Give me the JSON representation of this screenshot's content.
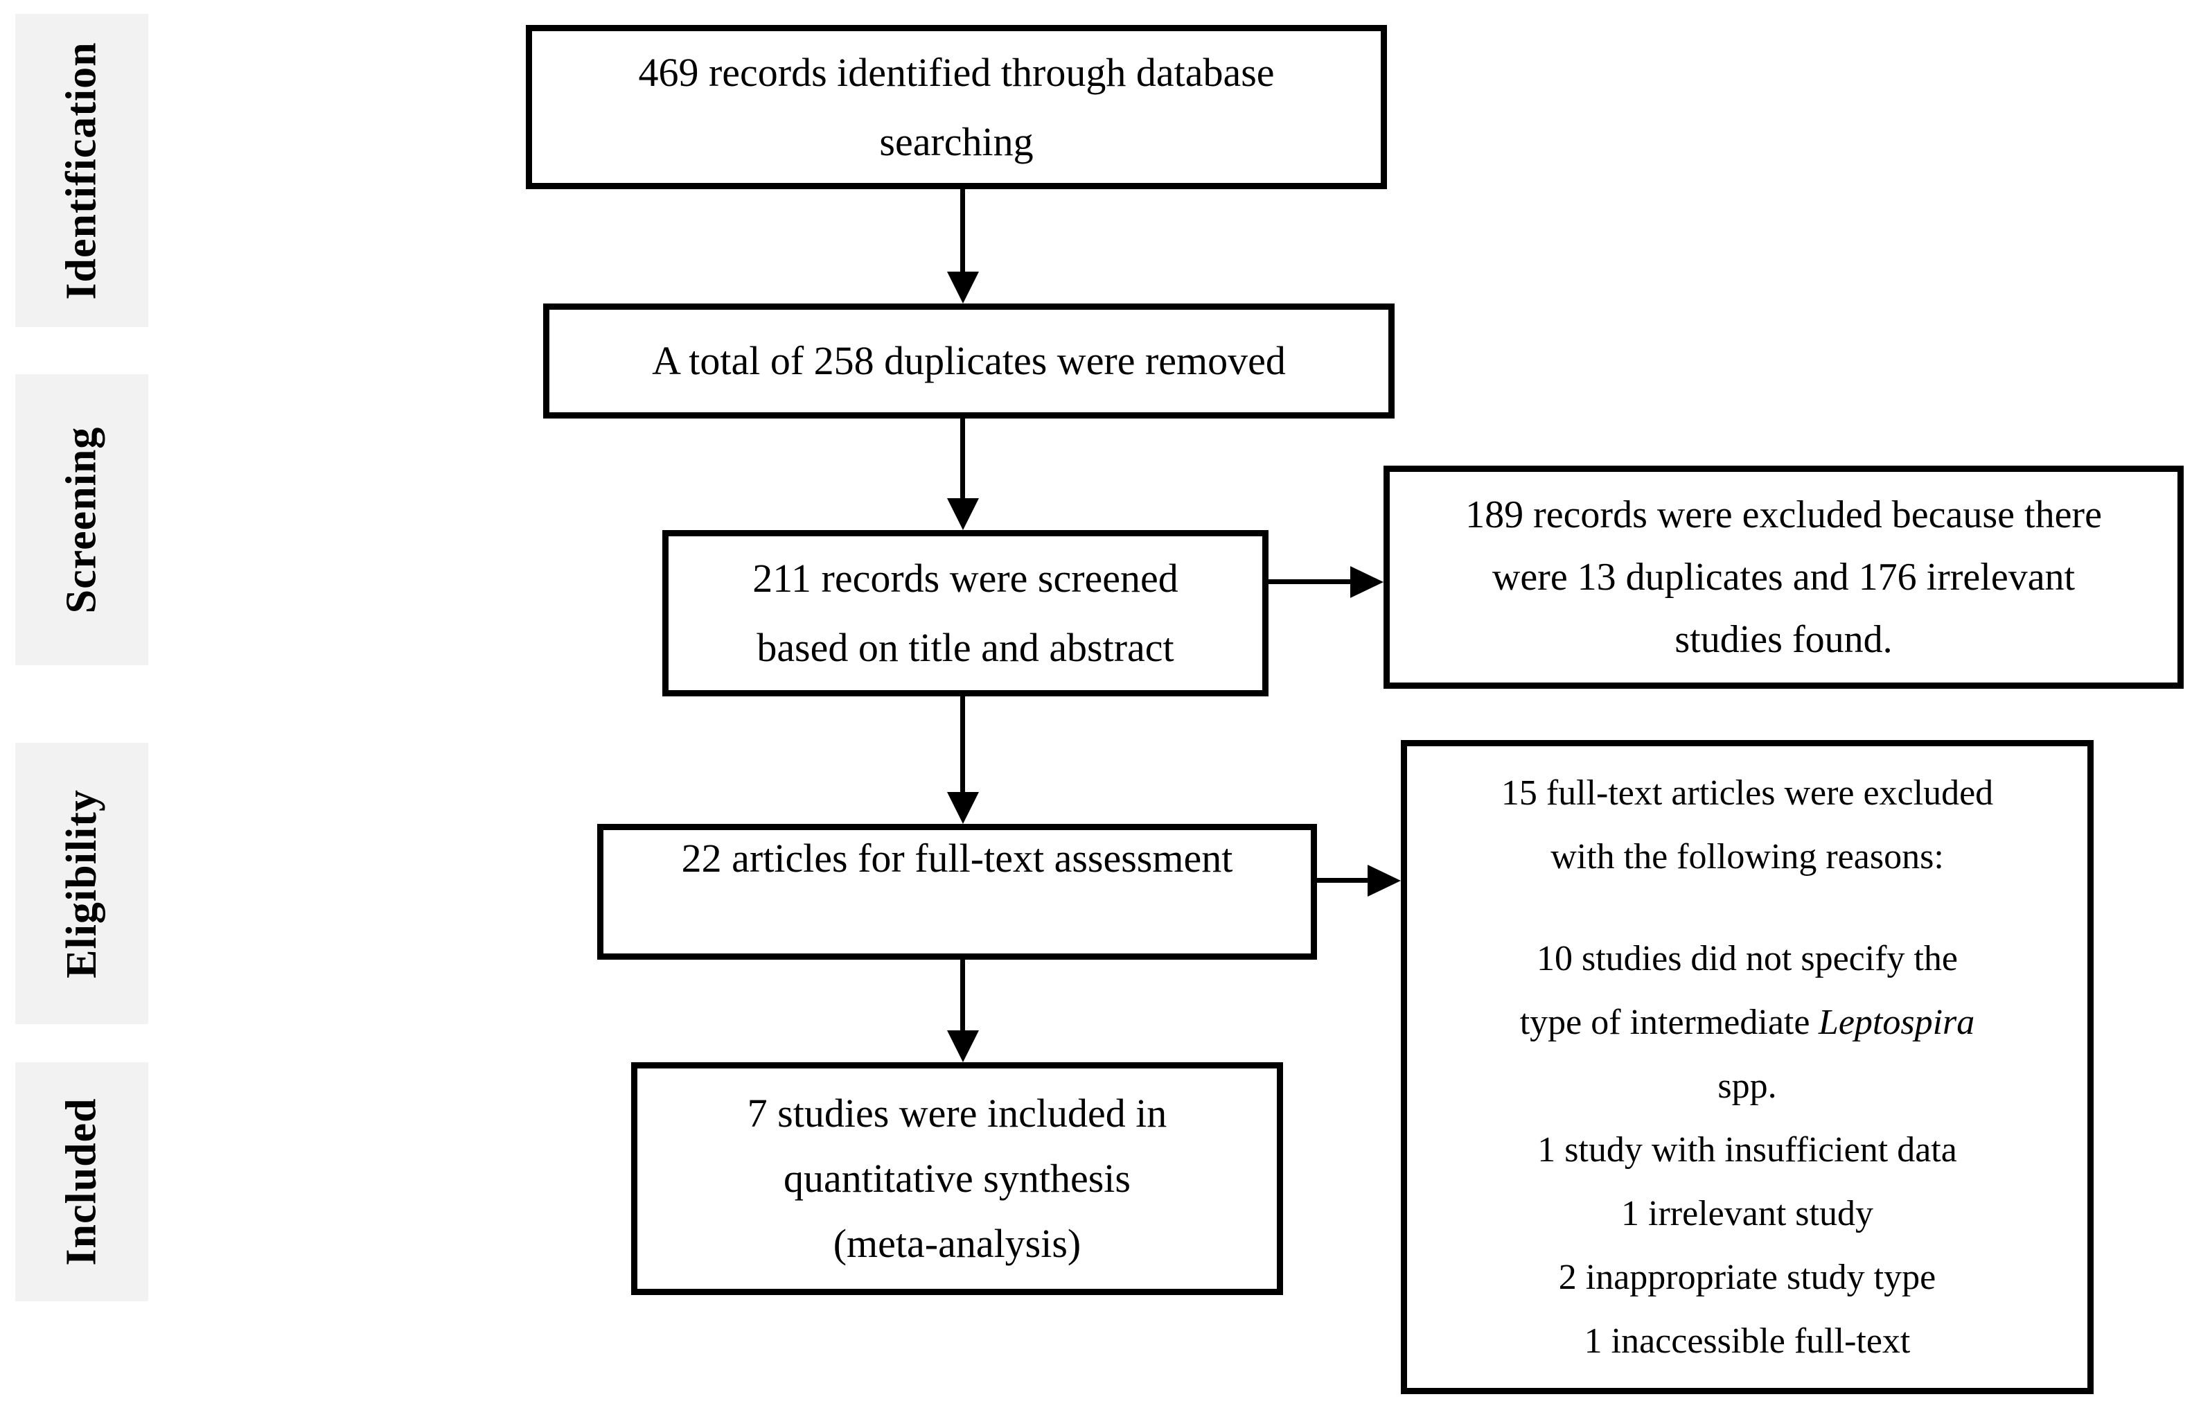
{
  "diagram": {
    "stages": [
      "Identification",
      "Screening",
      "Eligibility",
      "Included"
    ],
    "boxes": {
      "identified": {
        "line1": "469 records identified through database",
        "line2": "searching"
      },
      "duplicates_removed": {
        "line1": "A total of 258 duplicates were removed"
      },
      "screened": {
        "line1": "211 records were screened",
        "line2": "based on title and abstract"
      },
      "records_excluded": {
        "line1": "189 records were excluded because there",
        "line2": "were 13 duplicates and 176 irrelevant",
        "line3": "studies found."
      },
      "full_text_assessment": {
        "line1": "22 articles for full-text assessment"
      },
      "full_text_excluded": {
        "line1": "15 full-text articles were excluded",
        "line2": "with the following reasons:",
        "line3": "10 studies did not specify the",
        "line4_prefix": "type of intermediate",
        "line4_italic": "Leptospira",
        "line5": "spp.",
        "line6": "1 study with insufficient data",
        "line7": "1 irrelevant study",
        "line8": "2 inappropriate study type",
        "line9": "1 inaccessible full-text"
      },
      "included_synthesis": {
        "line1": "7 studies were included in",
        "line2": "quantitative synthesis",
        "line3": "(meta-analysis)"
      }
    },
    "colors": {
      "ink": "#000000",
      "band_bg": "#f2f2f2",
      "box_bg": "#ffffff"
    }
  }
}
